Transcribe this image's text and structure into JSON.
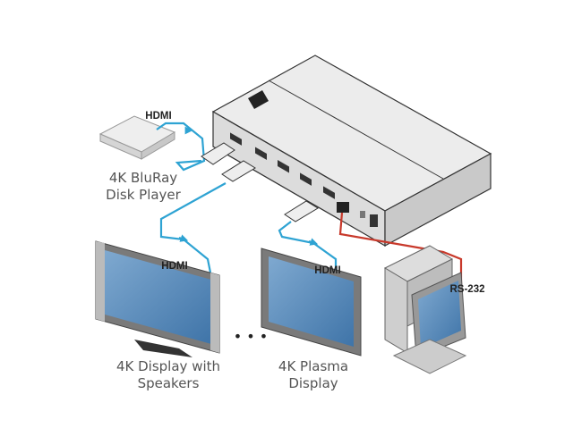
{
  "labels": {
    "hdmi_input": "HDMI",
    "player_line1": "4K BluRay",
    "player_line2": "Disk Player",
    "hdmi_out1": "HDMI",
    "hdmi_out2": "HDMI",
    "display1_line1": "4K Display with",
    "display1_line2": "Speakers",
    "display2_line1": "4K Plasma",
    "display2_line2": "Display",
    "rs232": "RS-232",
    "ellipsis": "• • •"
  },
  "colors": {
    "hdmi_cable": "#2ea3d3",
    "rs232_cable": "#c8392b",
    "screen": "#4f86b8"
  }
}
